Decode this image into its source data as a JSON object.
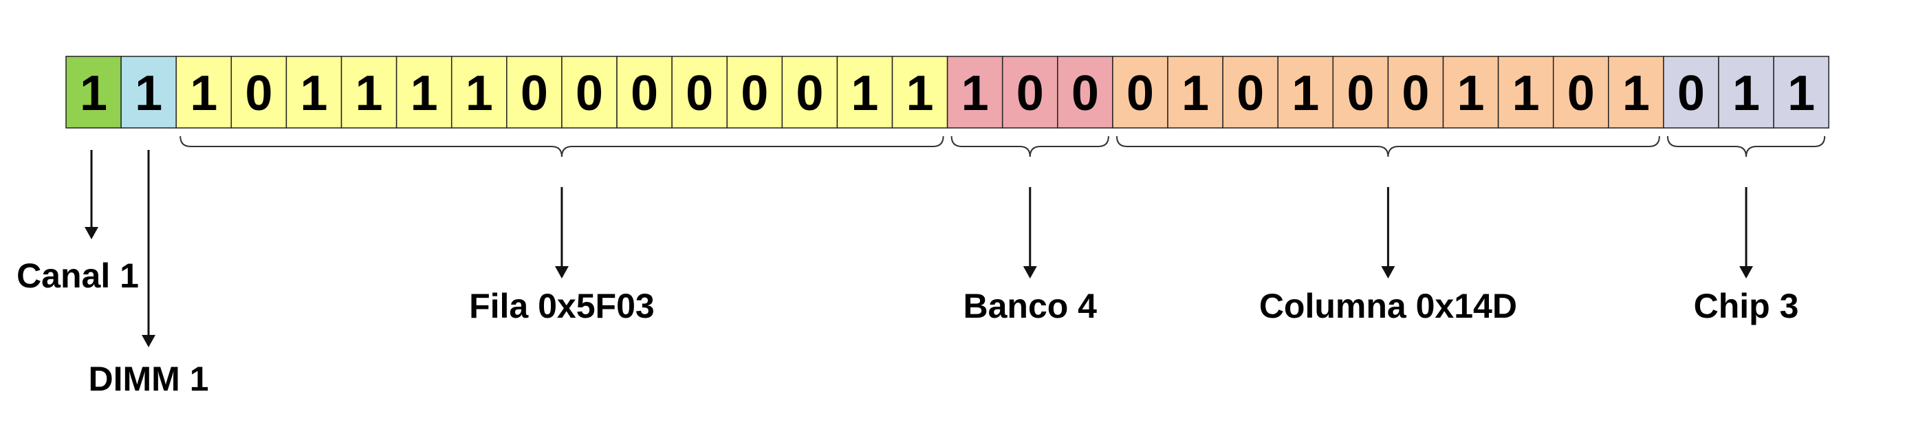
{
  "fields": [
    {
      "id": "canal",
      "bits": [
        "1"
      ],
      "color": "#92d050",
      "label": "Canal 1"
    },
    {
      "id": "dimm",
      "bits": [
        "1"
      ],
      "color": "#b4e0ec",
      "label": "DIMM 1"
    },
    {
      "id": "fila",
      "bits": [
        "1",
        "0",
        "1",
        "1",
        "1",
        "1",
        "0",
        "0",
        "0",
        "0",
        "0",
        "0",
        "1",
        "1"
      ],
      "color": "#ffff99",
      "label": "Fila 0x5F03"
    },
    {
      "id": "banco",
      "bits": [
        "1",
        "0",
        "0"
      ],
      "color": "#eea7ad",
      "label": "Banco 4"
    },
    {
      "id": "columna",
      "bits": [
        "0",
        "1",
        "0",
        "1",
        "0",
        "0",
        "1",
        "1",
        "0",
        "1"
      ],
      "color": "#fbc99f",
      "label": "Columna 0x14D"
    },
    {
      "id": "chip",
      "bits": [
        "0",
        "1",
        "1"
      ],
      "color": "#d3d3e6",
      "label": "Chip 3"
    }
  ]
}
